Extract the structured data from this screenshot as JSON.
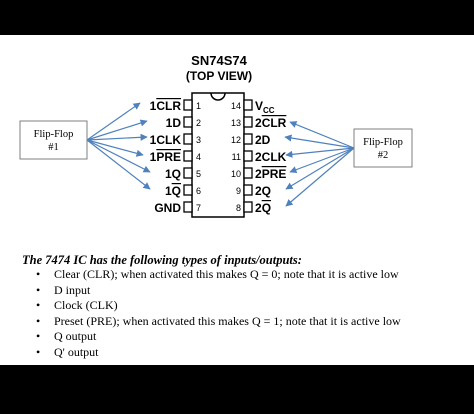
{
  "chip": {
    "title": "SN74S74",
    "subtitle": "(TOP VIEW)",
    "left_pins": [
      {
        "num": "1",
        "pre": "1",
        "bar": "CLR",
        "post": ""
      },
      {
        "num": "2",
        "pre": "1D",
        "bar": "",
        "post": ""
      },
      {
        "num": "3",
        "pre": "1CLK",
        "bar": "",
        "post": ""
      },
      {
        "num": "4",
        "pre": "1",
        "bar": "PRE",
        "post": ""
      },
      {
        "num": "5",
        "pre": "1Q",
        "bar": "",
        "post": ""
      },
      {
        "num": "6",
        "pre": "1",
        "bar": "Q",
        "post": ""
      },
      {
        "num": "7",
        "pre": "GND",
        "bar": "",
        "post": ""
      }
    ],
    "right_pins": [
      {
        "num": "14",
        "pre": "V",
        "bar": "",
        "post": "",
        "sub": "CC"
      },
      {
        "num": "13",
        "pre": "2",
        "bar": "CLR",
        "post": "",
        "sub": ""
      },
      {
        "num": "12",
        "pre": "2D",
        "bar": "",
        "post": "",
        "sub": ""
      },
      {
        "num": "11",
        "pre": "2CLK",
        "bar": "",
        "post": "",
        "sub": ""
      },
      {
        "num": "10",
        "pre": "2",
        "bar": "PRE",
        "post": "",
        "sub": ""
      },
      {
        "num": "9",
        "pre": "2Q",
        "bar": "",
        "post": "",
        "sub": ""
      },
      {
        "num": "8",
        "pre": "2",
        "bar": "Q",
        "post": "",
        "sub": ""
      }
    ]
  },
  "ff1": {
    "line1": "Flip-Flop",
    "line2": "#1"
  },
  "ff2": {
    "line1": "Flip-Flop",
    "line2": "#2"
  },
  "arrow_color": "#4f81bd",
  "caption": "The 7474 IC has the following types of inputs/outputs:",
  "bullets": [
    "Clear (CLR); when activated this makes Q = 0; note that it is active low",
    "D input",
    "Clock (CLK)",
    "Preset (PRE); when activated this makes Q = 1; note that it is active low",
    "Q output",
    "Q' output"
  ]
}
